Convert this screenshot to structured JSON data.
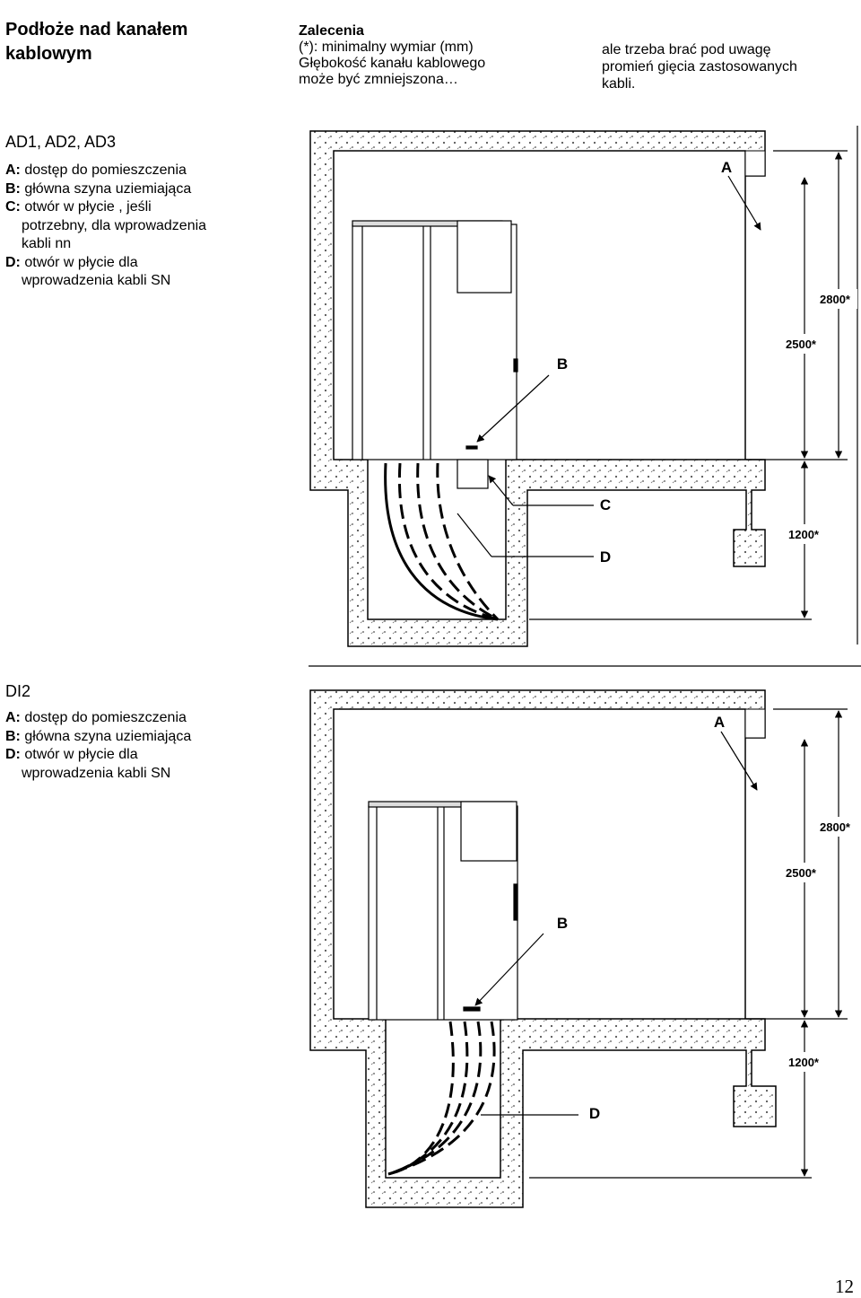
{
  "header": {
    "title_line1": "Podłoże nad kanałem",
    "title_line2": "kablowym",
    "recommendations_title": "Zalecenia",
    "recommendations_star": "(*): minimalny wymiar (mm)",
    "recommendations_line2": "Głębokość kanału kablowego",
    "recommendations_line3": "może być zmniejszona…",
    "note_line1": "ale trzeba brać pod uwagę",
    "note_line2": "promień gięcia zastosowanych",
    "note_line3": "kabli."
  },
  "section_ad": {
    "title": "AD1, AD2, AD3",
    "legend": [
      {
        "key": "A:",
        "text": "dostęp do pomieszczenia"
      },
      {
        "key": "B:",
        "text": "główna szyna uziemiająca"
      },
      {
        "key": "C:",
        "text": "otwór w płycie , jeśli",
        "cont": [
          "potrzebny, dla wprowadzenia",
          "kabli nn"
        ]
      },
      {
        "key": "D:",
        "text": "otwór w płycie dla",
        "cont": [
          "wprowadzenia kabli SN"
        ]
      }
    ],
    "diagram": {
      "label_a": "A",
      "label_b": "B",
      "label_c": "C",
      "label_d": "D",
      "dim_2800": "2800*",
      "dim_2500": "2500*",
      "dim_1200": "1200*"
    }
  },
  "section_di": {
    "title": "DI2",
    "legend": [
      {
        "key": "A:",
        "text": "dostęp do pomieszczenia"
      },
      {
        "key": "B:",
        "text": "główna szyna uziemiająca"
      },
      {
        "key": "D:",
        "text": "otwór w płycie dla",
        "cont": [
          "wprowadzenia kabli SN"
        ]
      }
    ],
    "diagram": {
      "label_a": "A",
      "label_b": "B",
      "label_d": "D",
      "dim_2800": "2800*",
      "dim_2500": "2500*",
      "dim_1200": "1200*"
    }
  },
  "footer": {
    "page_number": "12"
  }
}
